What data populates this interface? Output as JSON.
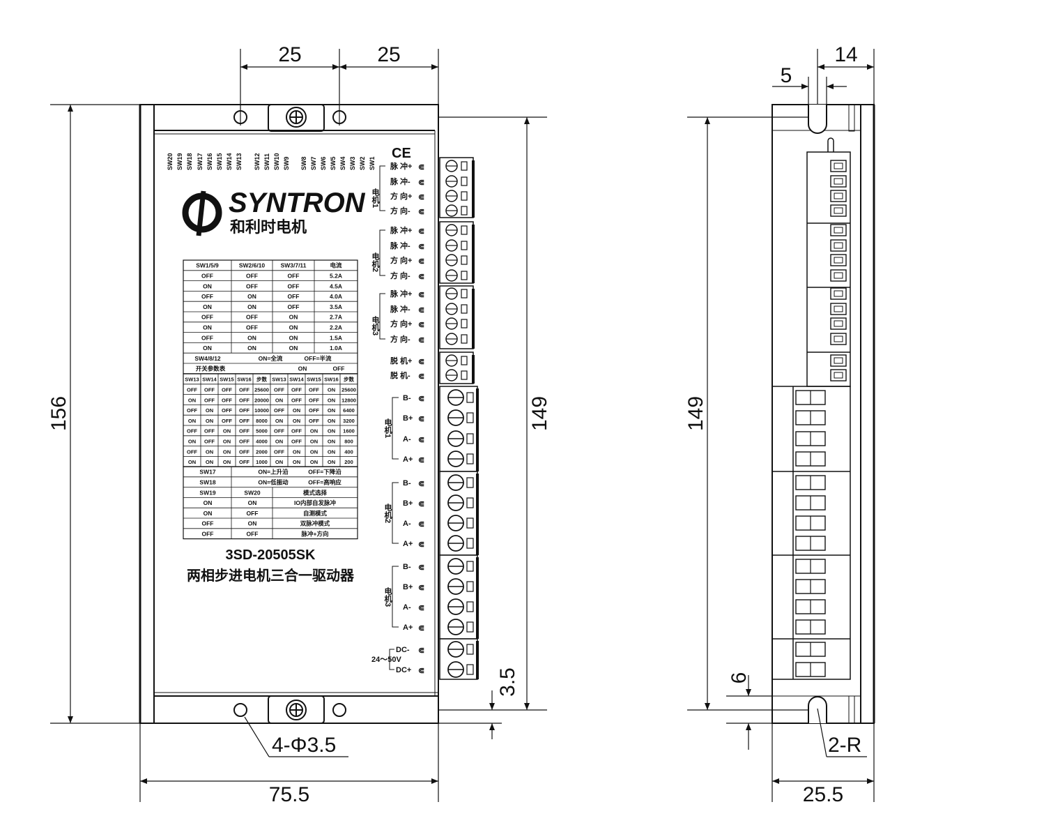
{
  "dimensions": {
    "top_left": "25",
    "top_right": "25",
    "height_total": "156",
    "height_mount": "149",
    "height_mount_side": "149",
    "gap": "3.5",
    "holes": "4-Φ3.5",
    "width": "75.5",
    "side_top_slot": "5",
    "side_top_offset": "14",
    "side_bottom": "6",
    "side_radius": "2-R",
    "side_width": "25.5"
  },
  "brand": {
    "name": "SYNTRON",
    "name_cn": "和利时电机",
    "ce": "CE"
  },
  "switch_labels": [
    "SW20",
    "SW19",
    "SW18",
    "SW17",
    "SW16",
    "SW15",
    "SW14",
    "SW13",
    "SW12",
    "SW11",
    "SW10",
    "SW9",
    "SW8",
    "SW7",
    "SW6",
    "SW5",
    "SW4",
    "SW3",
    "SW2",
    "SW1"
  ],
  "current_table": {
    "headers": [
      "SW1/5/9",
      "SW2/6/10",
      "SW3/7/11",
      "电流"
    ],
    "rows": [
      [
        "OFF",
        "OFF",
        "OFF",
        "5.2A"
      ],
      [
        "ON",
        "OFF",
        "OFF",
        "4.5A"
      ],
      [
        "OFF",
        "ON",
        "OFF",
        "4.0A"
      ],
      [
        "ON",
        "ON",
        "OFF",
        "3.5A"
      ],
      [
        "OFF",
        "OFF",
        "ON",
        "2.7A"
      ],
      [
        "ON",
        "OFF",
        "ON",
        "2.2A"
      ],
      [
        "OFF",
        "ON",
        "ON",
        "1.5A"
      ],
      [
        "ON",
        "ON",
        "ON",
        "1.0A"
      ]
    ],
    "half_row": [
      "SW4/8/12",
      "ON=全流",
      "OFF=半流"
    ],
    "param_row": [
      "开关参数表",
      "ON",
      "OFF"
    ]
  },
  "step_table": {
    "headers": [
      "SW13",
      "SW14",
      "SW15",
      "SW16",
      "步数",
      "SW13",
      "SW14",
      "SW15",
      "SW16",
      "步数"
    ],
    "rows": [
      [
        "OFF",
        "OFF",
        "OFF",
        "OFF",
        "25600",
        "OFF",
        "OFF",
        "OFF",
        "ON",
        "25600"
      ],
      [
        "ON",
        "OFF",
        "OFF",
        "OFF",
        "20000",
        "ON",
        "OFF",
        "OFF",
        "ON",
        "12800"
      ],
      [
        "OFF",
        "ON",
        "OFF",
        "OFF",
        "10000",
        "OFF",
        "ON",
        "OFF",
        "ON",
        "6400"
      ],
      [
        "ON",
        "ON",
        "OFF",
        "OFF",
        "8000",
        "ON",
        "ON",
        "OFF",
        "ON",
        "3200"
      ],
      [
        "OFF",
        "OFF",
        "ON",
        "OFF",
        "5000",
        "OFF",
        "OFF",
        "ON",
        "ON",
        "1600"
      ],
      [
        "ON",
        "OFF",
        "ON",
        "OFF",
        "4000",
        "ON",
        "OFF",
        "ON",
        "ON",
        "800"
      ],
      [
        "OFF",
        "ON",
        "ON",
        "OFF",
        "2000",
        "OFF",
        "ON",
        "ON",
        "ON",
        "400"
      ],
      [
        "ON",
        "ON",
        "ON",
        "OFF",
        "1000",
        "ON",
        "ON",
        "ON",
        "ON",
        "200"
      ]
    ]
  },
  "mode_table": {
    "sw17": [
      "SW17",
      "ON=上升沿",
      "OFF=下降沿"
    ],
    "sw18": [
      "SW18",
      "ON=低振动",
      "OFF=高响应"
    ],
    "headers": [
      "SW19",
      "SW20",
      "模式选择"
    ],
    "rows": [
      [
        "ON",
        "ON",
        "IO内部自发脉冲"
      ],
      [
        "ON",
        "OFF",
        "自测模式"
      ],
      [
        "OFF",
        "ON",
        "双脉冲模式"
      ],
      [
        "OFF",
        "OFF",
        "脉冲+方向"
      ]
    ]
  },
  "model": "3SD-20505SK",
  "subtitle": "两相步进电机三合一驱动器",
  "signal_groups": [
    {
      "label": "电机1",
      "pins": [
        "脉 冲+",
        "脉 冲-",
        "方 向+",
        "方 向-"
      ]
    },
    {
      "label": "电机2",
      "pins": [
        "脉 冲+",
        "脉 冲-",
        "方 向+",
        "方 向-"
      ]
    },
    {
      "label": "电机3",
      "pins": [
        "脉 冲+",
        "脉 冲-",
        "方 向+",
        "方 向-"
      ]
    }
  ],
  "enable_pins": [
    "脱 机+",
    "脱 机-"
  ],
  "motor_groups": [
    {
      "label": "电机1",
      "pins": [
        "B-",
        "B+",
        "A-",
        "A+"
      ]
    },
    {
      "label": "电机2",
      "pins": [
        "B-",
        "B+",
        "A-",
        "A+"
      ]
    },
    {
      "label": "电机3",
      "pins": [
        "B-",
        "B+",
        "A-",
        "A+"
      ]
    }
  ],
  "power": {
    "pins": [
      "DC-",
      "DC+"
    ],
    "label": "24～50V"
  }
}
